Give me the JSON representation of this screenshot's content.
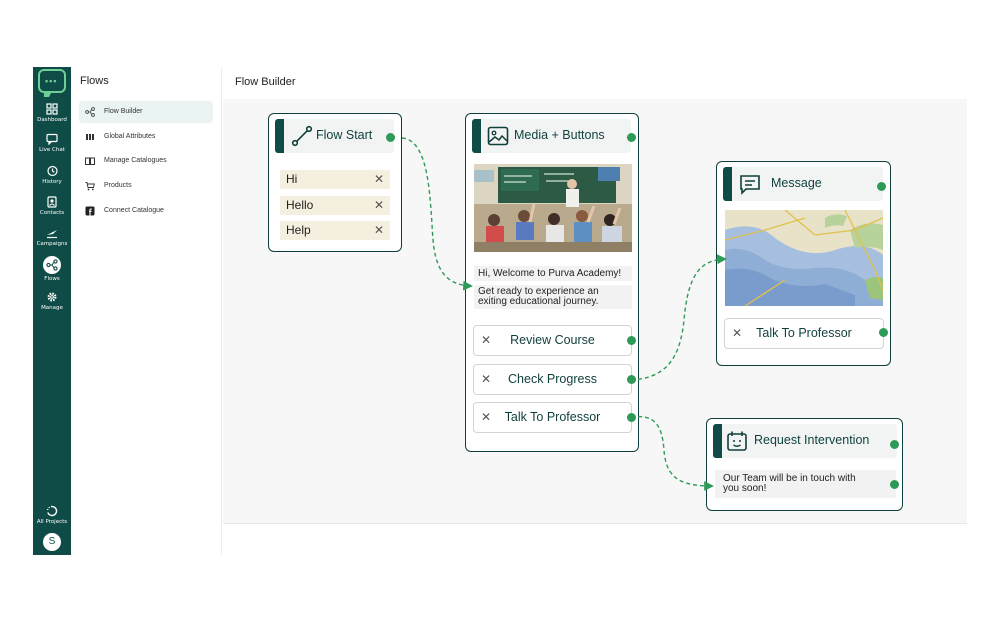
{
  "rail": {
    "items": [
      {
        "label": "Dashboard",
        "icon": "dashboard-icon"
      },
      {
        "label": "Live Chat",
        "icon": "chat-icon"
      },
      {
        "label": "History",
        "icon": "history-icon"
      },
      {
        "label": "Contacts",
        "icon": "contacts-icon"
      },
      {
        "label": "Campaigns",
        "icon": "campaigns-icon"
      },
      {
        "label": "Flows",
        "icon": "flows-icon"
      },
      {
        "label": "Manage",
        "icon": "gear-icon"
      }
    ],
    "bottom": {
      "label": "All Projects",
      "icon": "projects-icon"
    },
    "avatar": "S"
  },
  "sidebar": {
    "title": "Flows",
    "items": [
      {
        "label": "Flow Builder",
        "icon": "flow-builder-icon",
        "active": true
      },
      {
        "label": "Global Attributes",
        "icon": "attributes-icon"
      },
      {
        "label": "Manage Catalogues",
        "icon": "catalogue-icon"
      },
      {
        "label": "Products",
        "icon": "cart-icon"
      },
      {
        "label": "Connect Catalogue",
        "icon": "facebook-icon"
      }
    ]
  },
  "main": {
    "title": "Flow Builder"
  },
  "nodes": {
    "flow_start": {
      "title": "Flow Start",
      "keywords": [
        "Hi",
        "Hello",
        "Help"
      ]
    },
    "media": {
      "title": "Media + Buttons",
      "text_line1": "Hi, Welcome to Purva Academy!",
      "text_line2": "Get ready to experience an",
      "text_line3": "exiting educational journey.",
      "buttons": [
        "Review Course",
        "Check Progress",
        "Talk To Professor"
      ]
    },
    "message": {
      "title": "Message",
      "buttons": [
        "Talk To Professor"
      ]
    },
    "intervention": {
      "title": "Request Intervention",
      "text_line1": "Our Team will be in touch with",
      "text_line2": "you soon!"
    }
  },
  "colors": {
    "brand_dark": "#0f4c47",
    "accent_green": "#2e9a57",
    "keyword_bg": "#f5efdf",
    "canvas_bg": "#f7f7f7"
  }
}
